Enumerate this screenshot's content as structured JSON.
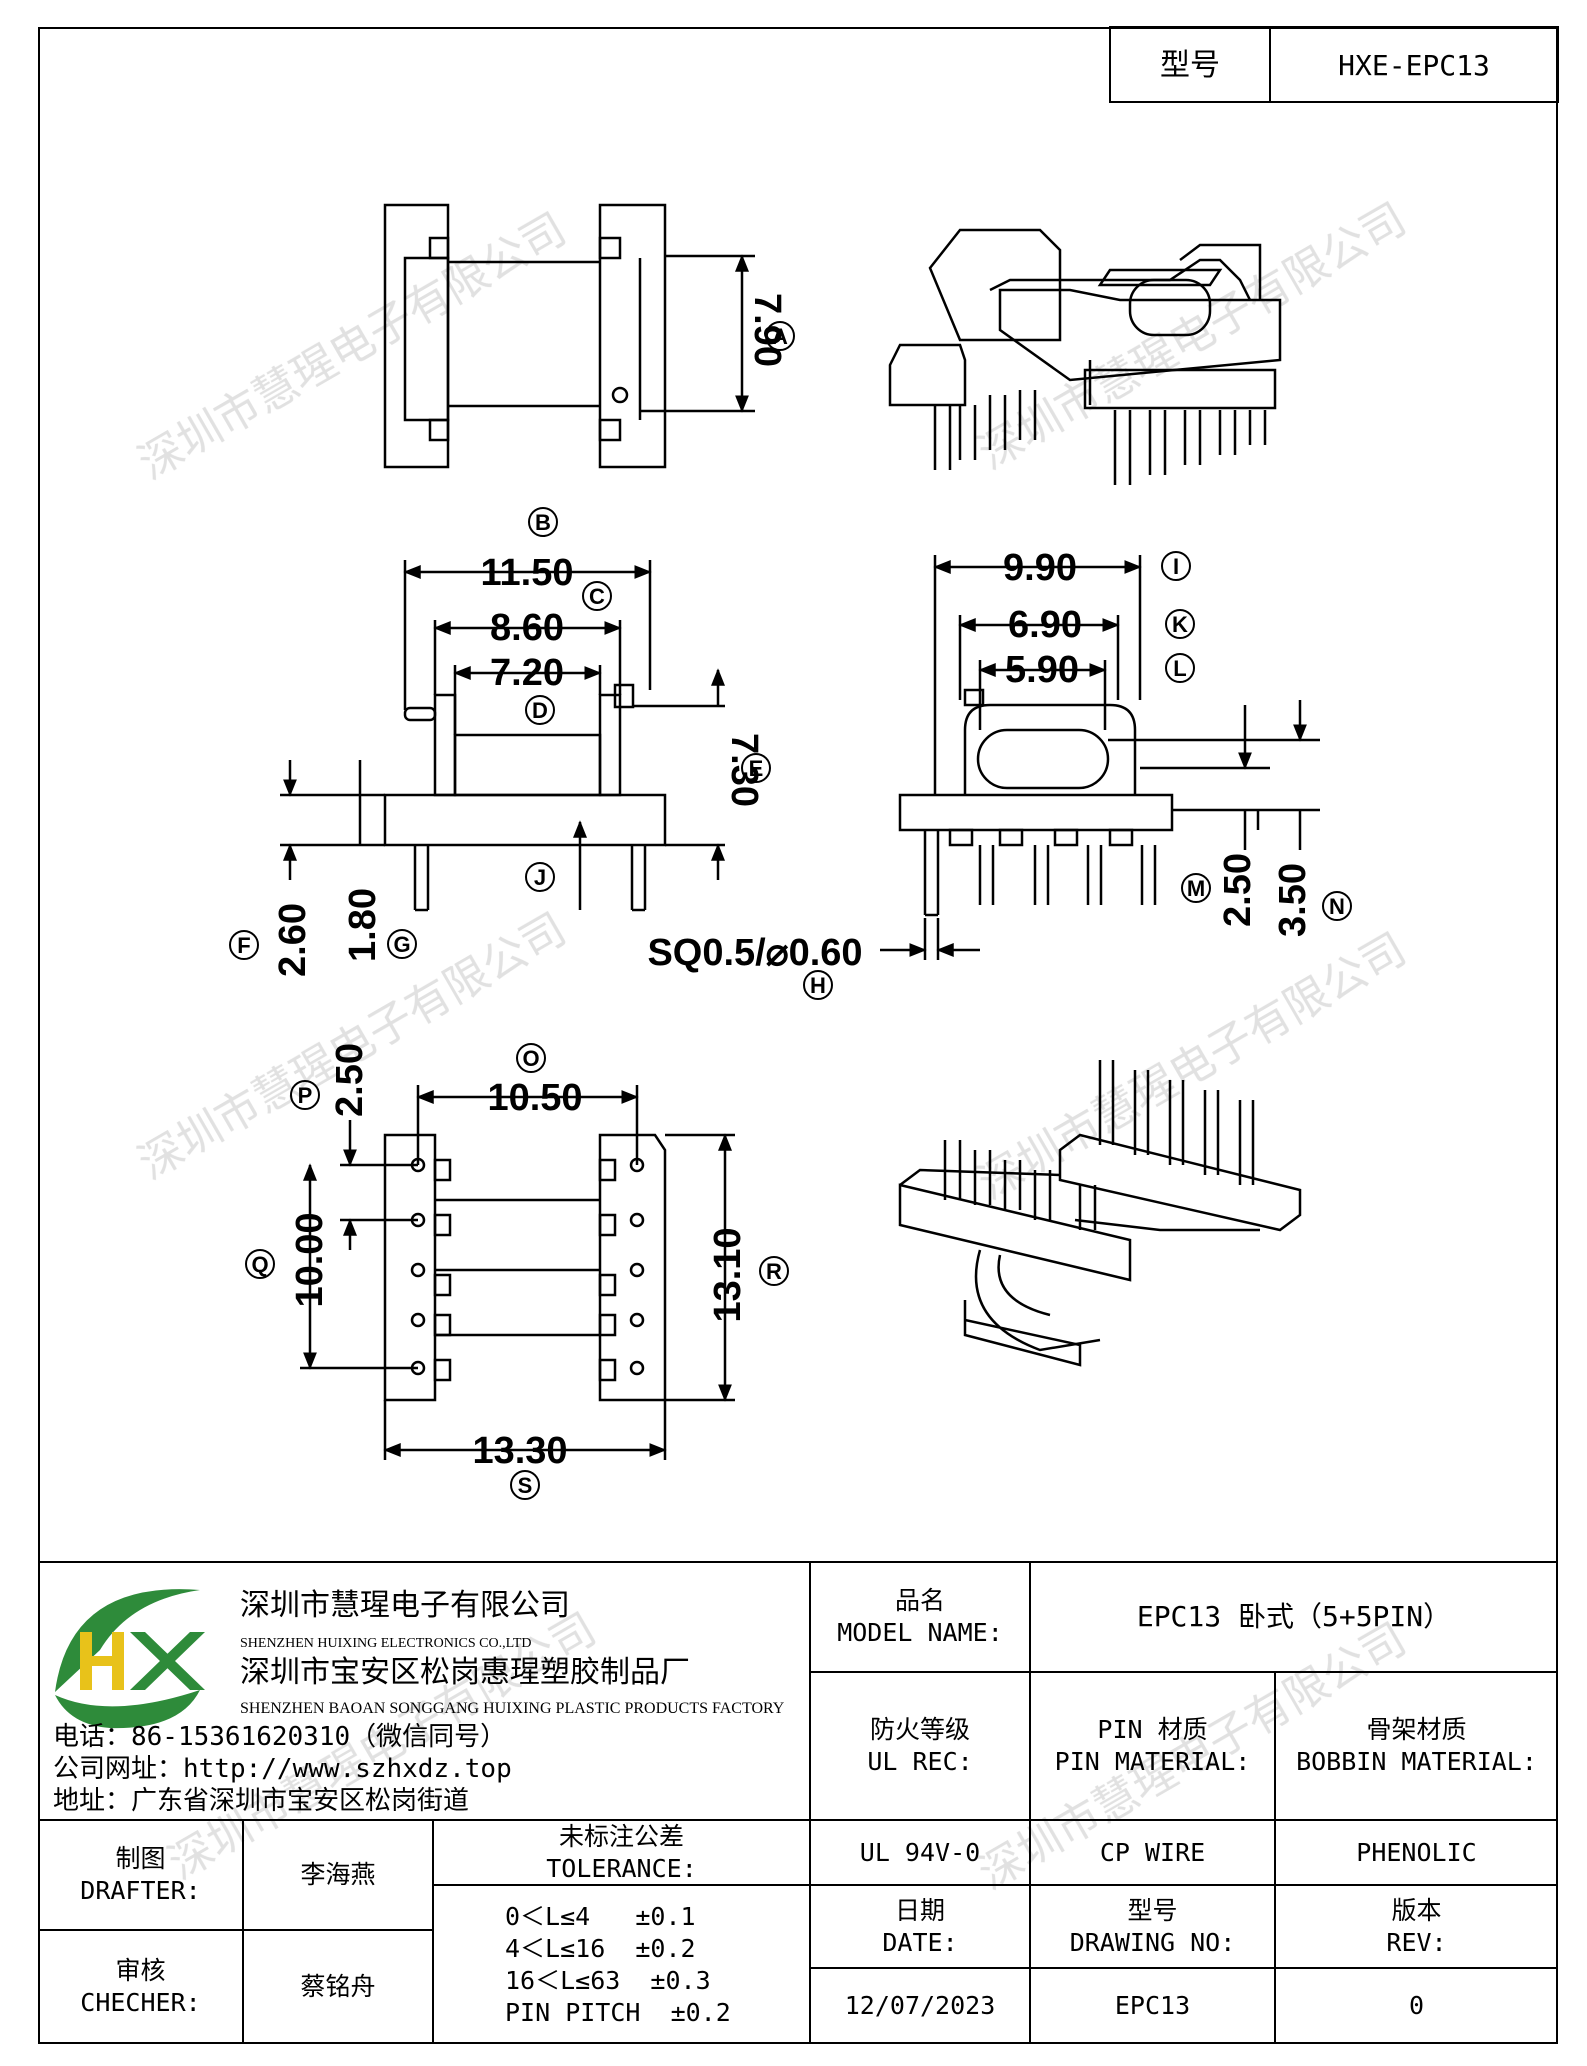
{
  "title_block": {
    "model_cn": "型号",
    "model_value": "HXE-EPC13"
  },
  "dims": {
    "A": "7.90",
    "B": "11.50",
    "C": "8.60",
    "D": "7.20",
    "E": "7.30",
    "F": "2.60",
    "G": "1.80",
    "H": "SQ0.5/⌀0.60",
    "I": "9.90",
    "K": "6.90",
    "L": "5.90",
    "M": "2.50",
    "N": "3.50",
    "O": "10.50",
    "P": "2.50",
    "Q": "10.00",
    "R": "13.10",
    "S": "13.30"
  },
  "markers": [
    "A",
    "B",
    "C",
    "D",
    "E",
    "F",
    "G",
    "H",
    "I",
    "J",
    "K",
    "L",
    "M",
    "N",
    "O",
    "P",
    "Q",
    "R",
    "S"
  ],
  "watermark": "深圳市慧瑆电子有限公司",
  "company": {
    "logo_text": "HX",
    "name1_cn": "深圳市慧瑆电子有限公司",
    "name1_en": "SHENZHEN HUIXING ELECTRONICS CO.,LTD",
    "name2_cn": "深圳市宝安区松岗惠瑆塑胶制品厂",
    "name2_en": "SHENZHEN BAOAN SONGGANG HUIXING PLASTIC PRODUCTS FACTORY",
    "phone": "电话：86-15361620310（微信同号）",
    "web": "公司网址：http://www.szhxdz.top",
    "address": "地址：广东省深圳市宝安区松岗街道"
  },
  "table": {
    "model_name_cn": "品名",
    "model_name_en": "MODEL NAME:",
    "model_name_value": "EPC13 卧式（5+5PIN）",
    "ul_cn": "防火等级",
    "ul_en": "UL REC:",
    "pin_mat_cn": "PIN 材质",
    "pin_mat_en": "PIN MATERIAL:",
    "bobbin_mat_cn": "骨架材质",
    "bobbin_mat_en": "BOBBIN MATERIAL:",
    "ul_value": "UL 94V-0",
    "pin_value": "CP WIRE",
    "bobbin_value": "PHENOLIC",
    "drafter_cn": "制图",
    "drafter_en": "DRAFTER:",
    "drafter_name": "李海燕",
    "checker_cn": "审核",
    "checker_en": "CHECHER:",
    "checker_name": "蔡铭舟",
    "tol_cn": "未标注公差",
    "tol_en": "TOLERANCE:",
    "tolerances": [
      "0＜L≤4   ±0.1",
      "4＜L≤16  ±0.2",
      "16＜L≤63  ±0.3",
      "PIN PITCH  ±0.2"
    ],
    "date_cn": "日期",
    "date_en": "DATE:",
    "date_value": "12/07/2023",
    "drawing_cn": "型号",
    "drawing_en": "DRAWING NO:",
    "drawing_value": "EPC13",
    "rev_cn": "版本",
    "rev_en": "REV:",
    "rev_value": "0"
  }
}
